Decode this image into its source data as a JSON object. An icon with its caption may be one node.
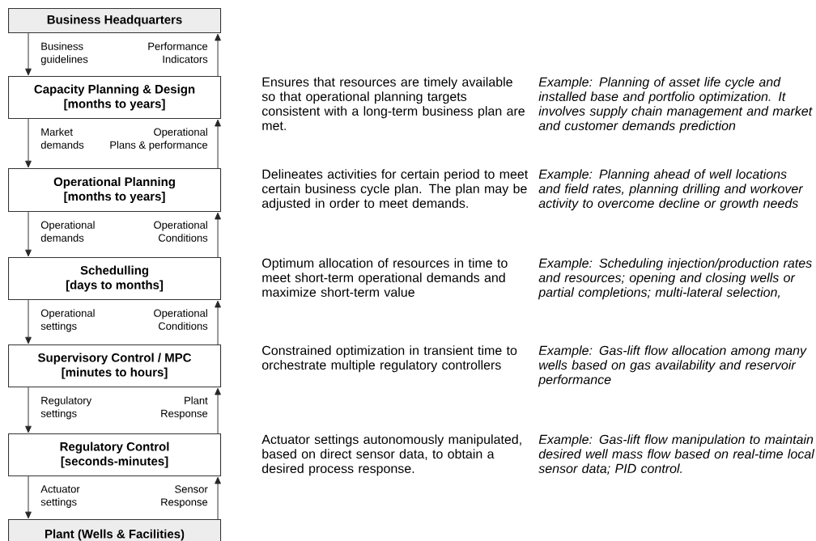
{
  "diagram": {
    "nodes": [
      {
        "text": [
          "Business Headquarters"
        ]
      },
      {
        "text": [
          "Capacity Planning & Design",
          "[months to years]"
        ],
        "beside": [
          "Ensures that resources are timely available so that operational planning targets consistent with a long-term business plan are met.",
          "Example: Planning of asset life cycle and installed base and portfolio optimization. It involves supply chain management and market and customer demands prediction"
        ]
      },
      {
        "text": [
          "Operational Planning",
          "[months to years]"
        ],
        "beside": [
          "Delineates activities for certain period to meet certain business cycle plan. The plan may be adjusted in order to meet demands.",
          "Example: Planning ahead of well locations and field rates, planning drilling and workover activity to overcome decline or growth needs"
        ]
      },
      {
        "text": [
          "Schedulling",
          "[days to months]"
        ],
        "beside": [
          "Optimum allocation of resources in time to meet short-term operational demands and maximize short-term value",
          "Example: Scheduling injection/production rates and resources; opening and closing wells or partial completions; multi-lateral selection,"
        ]
      },
      {
        "text": [
          "Supervisory Control / MPC",
          "[minutes to hours]"
        ],
        "beside": [
          "Constrained optimization in transient time to orchestrate multiple regulatory controllers",
          "Example: Gas-lift flow allocation among many wells based on gas availability and reservoir performance"
        ]
      },
      {
        "text": [
          "Regulatory Control",
          "[seconds-minutes]"
        ],
        "beside": [
          "Actuator settings autonomously manipulated, based on direct sensor data, to obtain a desired process response.",
          "Example: Gas-lift flow manipulation to maintain desired well mass flow based on real-time local sensor data; PID control."
        ]
      },
      {
        "text": [
          "Plant (Wells & Facilities)"
        ]
      }
    ],
    "edges": [
      {
        "from": 0,
        "to": 1,
        "arrow": "to",
        "label": "Business guidelines"
      },
      {
        "from": 1,
        "to": 0,
        "arrow": "to",
        "label": "Performance Indicators"
      },
      {
        "from": 1,
        "to": 2,
        "arrow": "to",
        "label": "Market demands"
      },
      {
        "from": 2,
        "to": 1,
        "arrow": "to",
        "label": "Operational Plans & performance"
      },
      {
        "from": 2,
        "to": 3,
        "arrow": "to",
        "label": "Operational demands"
      },
      {
        "from": 3,
        "to": 2,
        "arrow": "to",
        "label": "Operational Conditions"
      },
      {
        "from": 3,
        "to": 4,
        "arrow": "to",
        "label": "Operational settings"
      },
      {
        "from": 4,
        "to": 3,
        "arrow": "to",
        "label": "Operational Conditions"
      },
      {
        "from": 4,
        "to": 5,
        "arrow": "to",
        "label": "Regulatory settings"
      },
      {
        "from": 5,
        "to": 4,
        "arrow": "to",
        "label": "Plant Response"
      },
      {
        "from": 5,
        "to": 6,
        "arrow": "to",
        "label": "Actuator settings"
      },
      {
        "from": 6,
        "to": 5,
        "arrow": "to",
        "label": "Sensor Response"
      }
    ]
  }
}
